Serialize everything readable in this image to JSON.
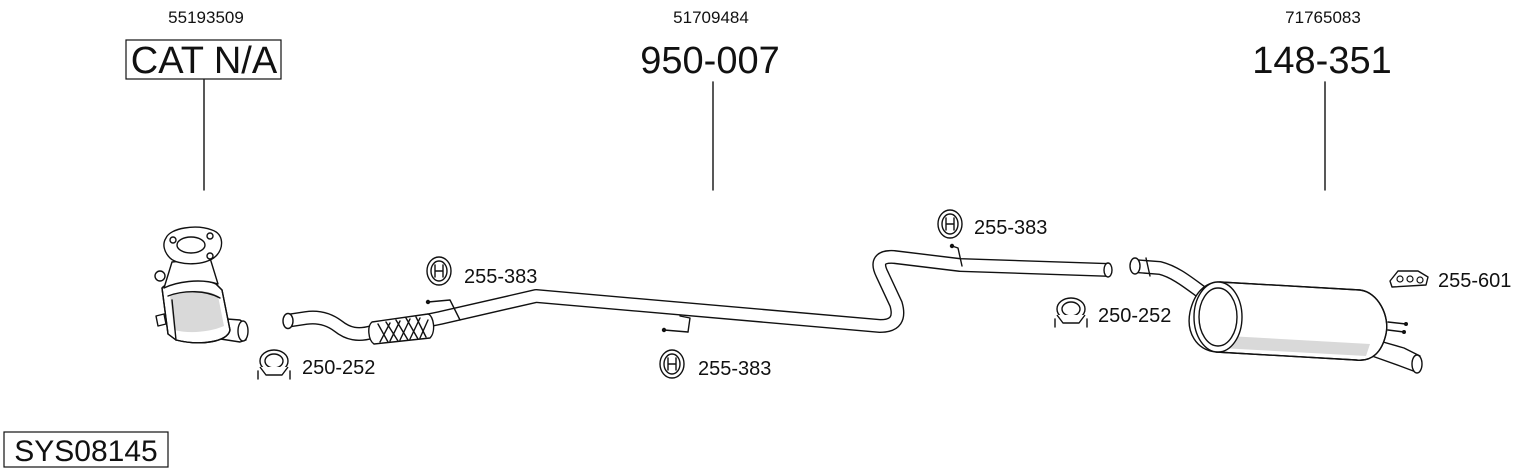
{
  "parts": [
    {
      "oem": "55193509",
      "part_no": "CAT N/A",
      "boxed": true
    },
    {
      "oem": "51709484",
      "part_no": "950-007",
      "boxed": false
    },
    {
      "oem": "71765083",
      "part_no": "148-351",
      "boxed": false
    }
  ],
  "fittings": [
    {
      "label": "255-383",
      "icon": "rubber-hanger-icon"
    },
    {
      "label": "250-252",
      "icon": "pipe-clamp-icon"
    },
    {
      "label": "255-383",
      "icon": "rubber-hanger-icon"
    },
    {
      "label": "255-383",
      "icon": "rubber-hanger-icon"
    },
    {
      "label": "250-252",
      "icon": "pipe-clamp-icon"
    },
    {
      "label": "255-601",
      "icon": "mounting-bracket-icon"
    }
  ],
  "system_id": "SYS08145"
}
